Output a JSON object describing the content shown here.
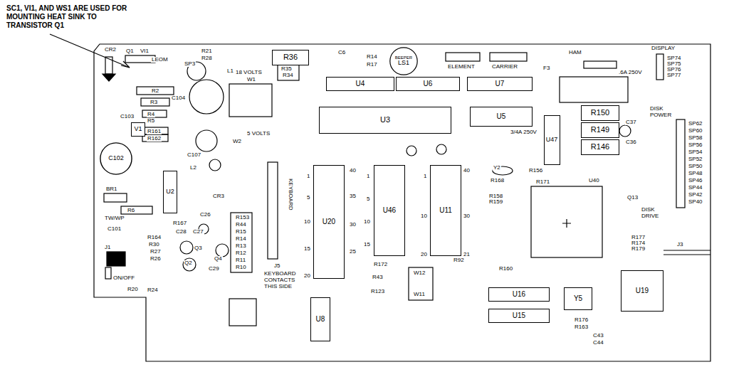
{
  "diagram": {
    "nodes": [
      {
        "text": [
          "R36"
        ]
      },
      {
        "text": [
          "U4"
        ]
      },
      {
        "text": [
          "U6"
        ]
      },
      {
        "text": [
          "U7"
        ]
      },
      {
        "text": [
          "U3"
        ]
      },
      {
        "text": [
          "U5"
        ]
      },
      {
        "text": [
          "R150"
        ]
      },
      {
        "text": [
          "R149"
        ]
      },
      {
        "text": [
          "R146"
        ]
      },
      {
        "text": [
          "U47"
        ]
      },
      {
        "text": [
          "U20"
        ]
      },
      {
        "text": [
          "U46"
        ]
      },
      {
        "text": [
          "U11"
        ]
      },
      {
        "text": [
          "U2"
        ]
      },
      {
        "text": [
          "U16"
        ]
      },
      {
        "text": [
          "U15"
        ]
      },
      {
        "text": [
          "U19"
        ]
      },
      {
        "text": [
          "U8"
        ]
      },
      {
        "text": [
          "Y5"
        ]
      },
      {
        "text": [
          "C102"
        ]
      },
      {
        "text": [
          "V1"
        ]
      },
      {
        "text": [
          "BEEPER",
          "LS1"
        ]
      }
    ],
    "labels": [
      "SC1, VI1, AND WS1 ARE USED FOR MOUNTING HEAT SINK TO TRANSISTOR Q1",
      "CR2",
      "Q1",
      "VI1",
      "LEOM",
      "SP3",
      "R21",
      "R28",
      "L1",
      "18 VOLTS",
      "W1",
      "C104",
      "C103",
      "R2",
      "R3",
      "R4",
      "R5",
      "R161",
      "R162",
      "C107",
      "L2",
      "5 VOLTS",
      "W2",
      "BR1",
      "R6",
      "TW/WP",
      "C101",
      "J1",
      "CR3",
      "R167",
      "C28",
      "C27",
      "C26",
      "Q3",
      "Q2",
      "Q4",
      "C29",
      "ON/OFF",
      "R20",
      "R164",
      "R30",
      "R27",
      "R26",
      "R24",
      "R153",
      "R44",
      "R15",
      "R14",
      "R13",
      "R12",
      "R11",
      "R10",
      "KEYBOARD",
      "J5",
      "KEYBOARD CONTACTS THIS SIDE",
      "C6",
      "R14",
      "R17",
      "R35",
      "R34",
      "ELEMENT",
      "CARRIER",
      "HAM",
      "F3",
      ".6A 250V",
      "DISPLAY",
      "SP74",
      "SP75",
      "SP76",
      "SP77",
      "3/4A 250V",
      "DISK POWER",
      "C37",
      "C36",
      "Y2",
      "R156",
      "R171",
      "U40",
      "R168",
      "R158",
      "R159",
      "Q13",
      "DISK DRIVE",
      "J3",
      "R177",
      "R174",
      "R179",
      "R160",
      "R176",
      "R163",
      "C43",
      "C44",
      "R172",
      "R43",
      "R123",
      "R92",
      "W12",
      "W11",
      "1",
      "40",
      "5",
      "10",
      "15",
      "20",
      "35",
      "30",
      "25",
      "1",
      "5",
      "10",
      "15",
      "1",
      "40",
      "10",
      "20",
      "30",
      "21",
      "SP62",
      "SP60",
      "SP58",
      "SP56",
      "SP54",
      "SP52",
      "SP50",
      "SP48",
      "SP46",
      "SP44",
      "SP42",
      "SP40"
    ]
  }
}
